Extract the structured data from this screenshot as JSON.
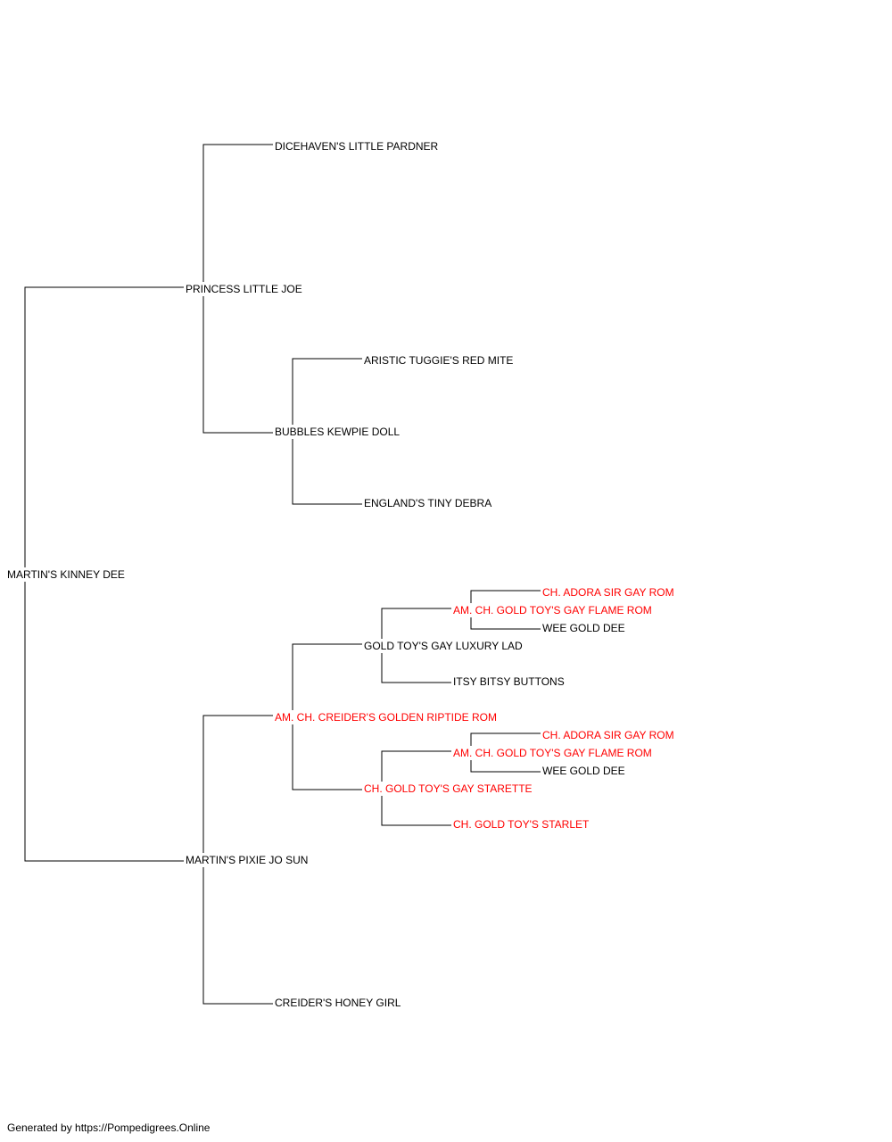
{
  "colors": {
    "champion": "#ff0000",
    "regular": "#000000",
    "line": "#000000",
    "background": "#ffffff"
  },
  "pedigree": {
    "subject": {
      "name": "MARTIN'S KINNEY DEE",
      "champion": false
    },
    "sire": {
      "name": "PRINCESS LITTLE JOE",
      "champion": false
    },
    "sire_sire": {
      "name": "DICEHAVEN'S LITTLE PARDNER",
      "champion": false
    },
    "sire_dam": {
      "name": "BUBBLES KEWPIE DOLL",
      "champion": false
    },
    "sire_dam_sire": {
      "name": "ARISTIC TUGGIE'S RED MITE",
      "champion": false
    },
    "sire_dam_dam": {
      "name": "ENGLAND'S TINY DEBRA",
      "champion": false
    },
    "dam": {
      "name": "MARTIN'S PIXIE JO SUN",
      "champion": false
    },
    "dam_sire": {
      "name": "AM. CH. CREIDER'S GOLDEN RIPTIDE ROM",
      "champion": true
    },
    "dam_dam": {
      "name": "CREIDER'S HONEY GIRL",
      "champion": false
    },
    "dam_sire_sire": {
      "name": "GOLD TOY'S GAY LUXURY LAD",
      "champion": false
    },
    "dam_sire_sire_sire": {
      "name": "AM. CH. GOLD TOY'S GAY FLAME ROM",
      "champion": true
    },
    "dam_sire_sire_sire_sire": {
      "name": "CH. ADORA SIR GAY ROM",
      "champion": true
    },
    "dam_sire_sire_sire_dam": {
      "name": "WEE GOLD DEE",
      "champion": false
    },
    "dam_sire_sire_dam": {
      "name": "ITSY BITSY BUTTONS",
      "champion": false
    },
    "dam_sire_dam": {
      "name": "CH. GOLD TOY'S GAY STARETTE",
      "champion": true
    },
    "dam_sire_dam_sire": {
      "name": "AM. CH. GOLD TOY'S GAY FLAME ROM",
      "champion": true
    },
    "dam_sire_dam_sire_sire": {
      "name": "CH. ADORA SIR GAY ROM",
      "champion": true
    },
    "dam_sire_dam_sire_dam": {
      "name": "WEE GOLD DEE",
      "champion": false
    },
    "dam_sire_dam_dam": {
      "name": "CH. GOLD TOY'S STARLET",
      "champion": true
    }
  },
  "footer": {
    "text": "Generated by https://Pompedigrees.Online"
  }
}
